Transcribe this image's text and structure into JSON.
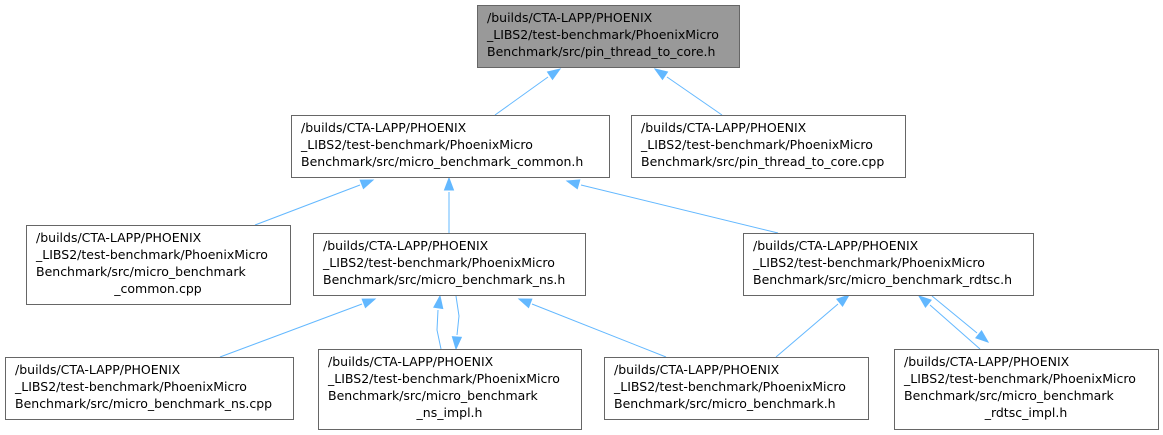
{
  "diagram": {
    "type": "include-dependency-graph",
    "colors": {
      "root_fill": "#999999",
      "node_fill": "#ffffff",
      "node_border": "#666666",
      "edge": "#63b8ff",
      "text": "#000000"
    },
    "nodes": [
      {
        "id": "pin_h",
        "root": true,
        "lines": [
          "/builds/CTA-LAPP/PHOENIX",
          "_LIBS2/test-benchmark/PhoenixMicro",
          "Benchmark/src/pin_thread_to_core.h"
        ]
      },
      {
        "id": "common_h",
        "lines": [
          "/builds/CTA-LAPP/PHOENIX",
          "_LIBS2/test-benchmark/PhoenixMicro",
          "Benchmark/src/micro_benchmark_common.h"
        ]
      },
      {
        "id": "pin_cpp",
        "lines": [
          "/builds/CTA-LAPP/PHOENIX",
          "_LIBS2/test-benchmark/PhoenixMicro",
          "Benchmark/src/pin_thread_to_core.cpp"
        ]
      },
      {
        "id": "common_cpp",
        "lines": [
          "/builds/CTA-LAPP/PHOENIX",
          "_LIBS2/test-benchmark/PhoenixMicro",
          "Benchmark/src/micro_benchmark",
          "_common.cpp"
        ]
      },
      {
        "id": "ns_h",
        "lines": [
          "/builds/CTA-LAPP/PHOENIX",
          "_LIBS2/test-benchmark/PhoenixMicro",
          "Benchmark/src/micro_benchmark_ns.h"
        ]
      },
      {
        "id": "rdtsc_h",
        "lines": [
          "/builds/CTA-LAPP/PHOENIX",
          "_LIBS2/test-benchmark/PhoenixMicro",
          "Benchmark/src/micro_benchmark_rdtsc.h"
        ]
      },
      {
        "id": "ns_cpp",
        "lines": [
          "/builds/CTA-LAPP/PHOENIX",
          "_LIBS2/test-benchmark/PhoenixMicro",
          "Benchmark/src/micro_benchmark_ns.cpp"
        ]
      },
      {
        "id": "ns_impl_h",
        "lines": [
          "/builds/CTA-LAPP/PHOENIX",
          "_LIBS2/test-benchmark/PhoenixMicro",
          "Benchmark/src/micro_benchmark",
          "_ns_impl.h"
        ]
      },
      {
        "id": "mb_h",
        "lines": [
          "/builds/CTA-LAPP/PHOENIX",
          "_LIBS2/test-benchmark/PhoenixMicro",
          "Benchmark/src/micro_benchmark.h"
        ]
      },
      {
        "id": "rdtsc_impl_h",
        "lines": [
          "/builds/CTA-LAPP/PHOENIX",
          "_LIBS2/test-benchmark/PhoenixMicro",
          "Benchmark/src/micro_benchmark",
          "_rdtsc_impl.h"
        ]
      }
    ],
    "edges": [
      {
        "from": "common_h",
        "to": "pin_h"
      },
      {
        "from": "pin_cpp",
        "to": "pin_h"
      },
      {
        "from": "common_cpp",
        "to": "common_h"
      },
      {
        "from": "ns_h",
        "to": "common_h"
      },
      {
        "from": "rdtsc_h",
        "to": "common_h"
      },
      {
        "from": "ns_cpp",
        "to": "ns_h"
      },
      {
        "from": "ns_impl_h",
        "to": "ns_h"
      },
      {
        "from": "ns_h",
        "to": "ns_impl_h"
      },
      {
        "from": "mb_h",
        "to": "ns_h"
      },
      {
        "from": "mb_h",
        "to": "rdtsc_h"
      },
      {
        "from": "rdtsc_impl_h",
        "to": "rdtsc_h"
      },
      {
        "from": "rdtsc_h",
        "to": "rdtsc_impl_h"
      }
    ]
  }
}
